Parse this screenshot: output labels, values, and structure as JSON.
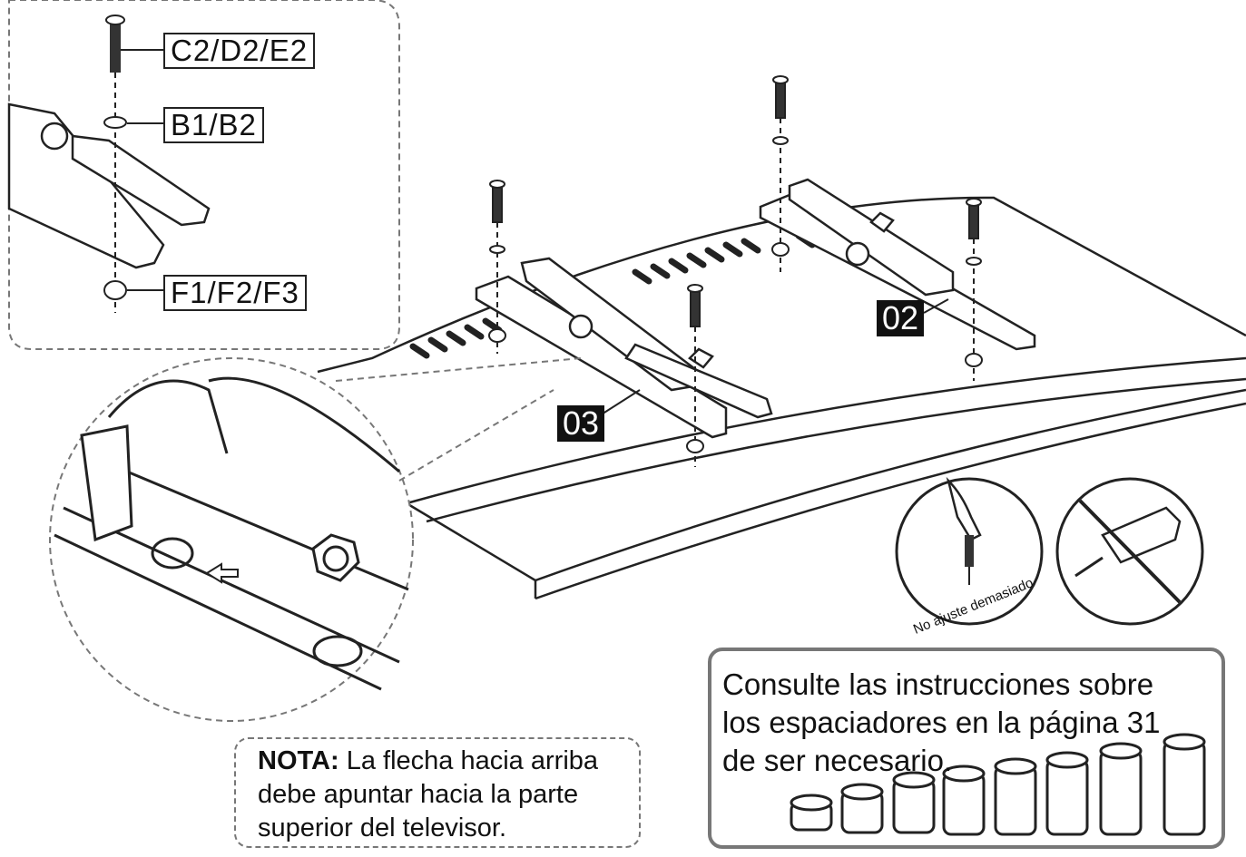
{
  "labels": {
    "screw": "C2/D2/E2",
    "washer": "B1/B2",
    "nut": "F1/F2/F3",
    "bracket_right": "02",
    "bracket_left": "03"
  },
  "warning": {
    "text": "No ajuste demasiado"
  },
  "note": {
    "prefix": "NOTA:",
    "body": " La flecha hacia arriba debe apuntar hacia la parte superior del televisor."
  },
  "consult": {
    "line1": "Consulte las instrucciones sobre",
    "line2": "los espaciadores en la página 31",
    "line3": "de ser necesario."
  },
  "icons": [
    "screw-icon",
    "washer-icon",
    "nut-icon",
    "hand-screwdriver-icon",
    "power-drill-prohibited-icon",
    "spacer-icon",
    "arrow-left-icon"
  ]
}
